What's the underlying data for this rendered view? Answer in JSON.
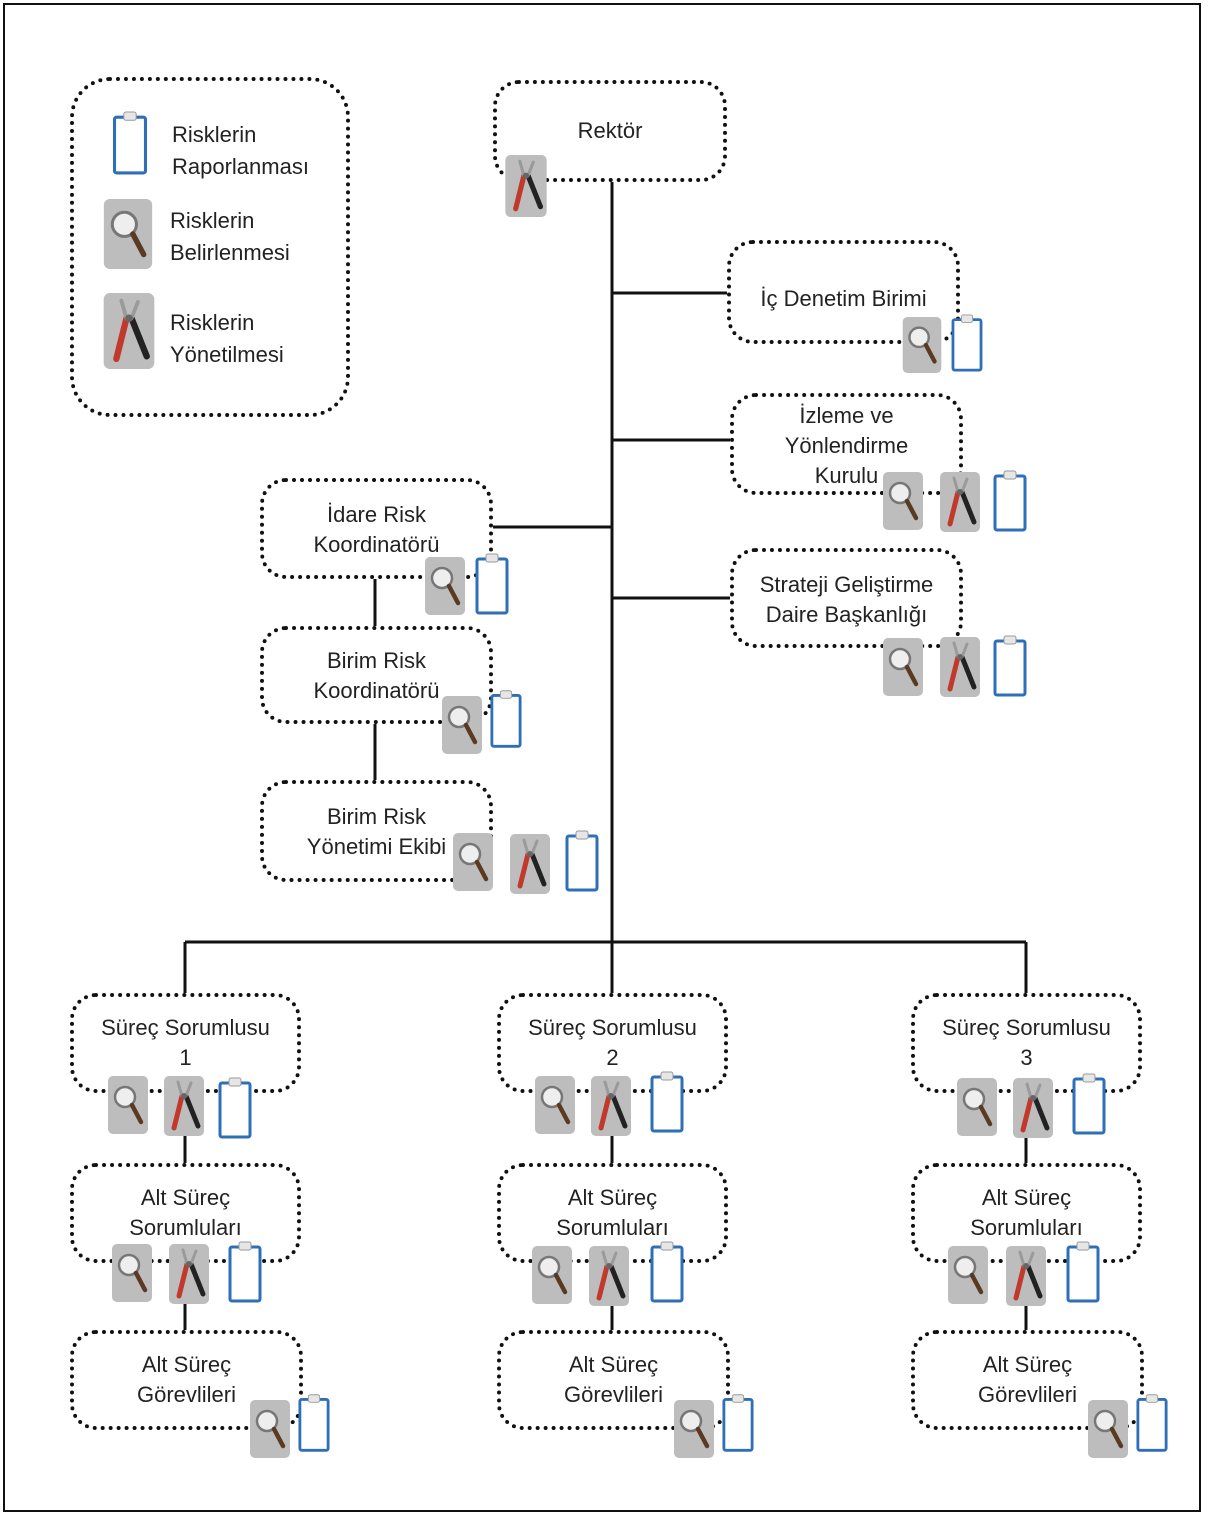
{
  "colors": {
    "line": "#111111",
    "clipboard": "#2e6fb7",
    "tile": "#bdbdbd",
    "plier_red": "#c0392b"
  },
  "legend": {
    "items": [
      {
        "icon": "clipboard-icon",
        "text": [
          "Risklerin",
          "Raporlanması"
        ]
      },
      {
        "icon": "magnifier-icon",
        "text": [
          "Risklerin",
          "Belirlenmesi"
        ]
      },
      {
        "icon": "pliers-icon",
        "text": [
          "Risklerin",
          "Yönetilmesi"
        ]
      }
    ]
  },
  "nodes": {
    "rektor": {
      "lines": [
        "Rektör"
      ],
      "icons": [
        "pliers-icon"
      ]
    },
    "ic_denetim": {
      "lines": [
        "İç Denetim Birimi"
      ],
      "icons": [
        "magnifier-icon",
        "clipboard-icon"
      ]
    },
    "izleme": {
      "lines": [
        "İzleme ve",
        "Yönlendirme",
        "Kurulu"
      ],
      "icons": [
        "magnifier-icon",
        "pliers-icon",
        "clipboard-icon"
      ]
    },
    "strateji": {
      "lines": [
        "Strateji Geliştirme",
        "Daire Başkanlığı"
      ],
      "icons": [
        "magnifier-icon",
        "pliers-icon",
        "clipboard-icon"
      ]
    },
    "idare": {
      "lines": [
        "İdare Risk",
        "Koordinatörü"
      ],
      "icons": [
        "magnifier-icon",
        "clipboard-icon"
      ]
    },
    "birim_koord": {
      "lines": [
        "Birim Risk",
        "Koordinatörü"
      ],
      "icons": [
        "magnifier-icon",
        "clipboard-icon"
      ]
    },
    "birim_ekip": {
      "lines": [
        "Birim Risk",
        "Yönetimi Ekibi"
      ],
      "icons": [
        "magnifier-icon",
        "pliers-icon",
        "clipboard-icon"
      ]
    },
    "surec1": {
      "lines": [
        "Süreç Sorumlusu",
        "1"
      ],
      "icons": [
        "magnifier-icon",
        "pliers-icon",
        "clipboard-icon"
      ]
    },
    "surec2": {
      "lines": [
        "Süreç Sorumlusu",
        "2"
      ],
      "icons": [
        "magnifier-icon",
        "pliers-icon",
        "clipboard-icon"
      ]
    },
    "surec3": {
      "lines": [
        "Süreç Sorumlusu",
        "3"
      ],
      "icons": [
        "magnifier-icon",
        "pliers-icon",
        "clipboard-icon"
      ]
    },
    "alt_sorumlu1": {
      "lines": [
        "Alt Süreç",
        "Sorumluları"
      ],
      "icons": [
        "magnifier-icon",
        "pliers-icon",
        "clipboard-icon"
      ]
    },
    "alt_sorumlu2": {
      "lines": [
        "Alt Süreç",
        "Sorumluları"
      ],
      "icons": [
        "magnifier-icon",
        "pliers-icon",
        "clipboard-icon"
      ]
    },
    "alt_sorumlu3": {
      "lines": [
        "Alt Süreç",
        "Sorumluları"
      ],
      "icons": [
        "magnifier-icon",
        "pliers-icon",
        "clipboard-icon"
      ]
    },
    "alt_gorevli1": {
      "lines": [
        "Alt Süreç",
        "Görevlileri"
      ],
      "icons": [
        "magnifier-icon",
        "clipboard-icon"
      ]
    },
    "alt_gorevli2": {
      "lines": [
        "Alt Süreç",
        "Görevlileri"
      ],
      "icons": [
        "magnifier-icon",
        "clipboard-icon"
      ]
    },
    "alt_gorevli3": {
      "lines": [
        "Alt Süreç",
        "Görevlileri"
      ],
      "icons": [
        "magnifier-icon",
        "clipboard-icon"
      ]
    }
  }
}
